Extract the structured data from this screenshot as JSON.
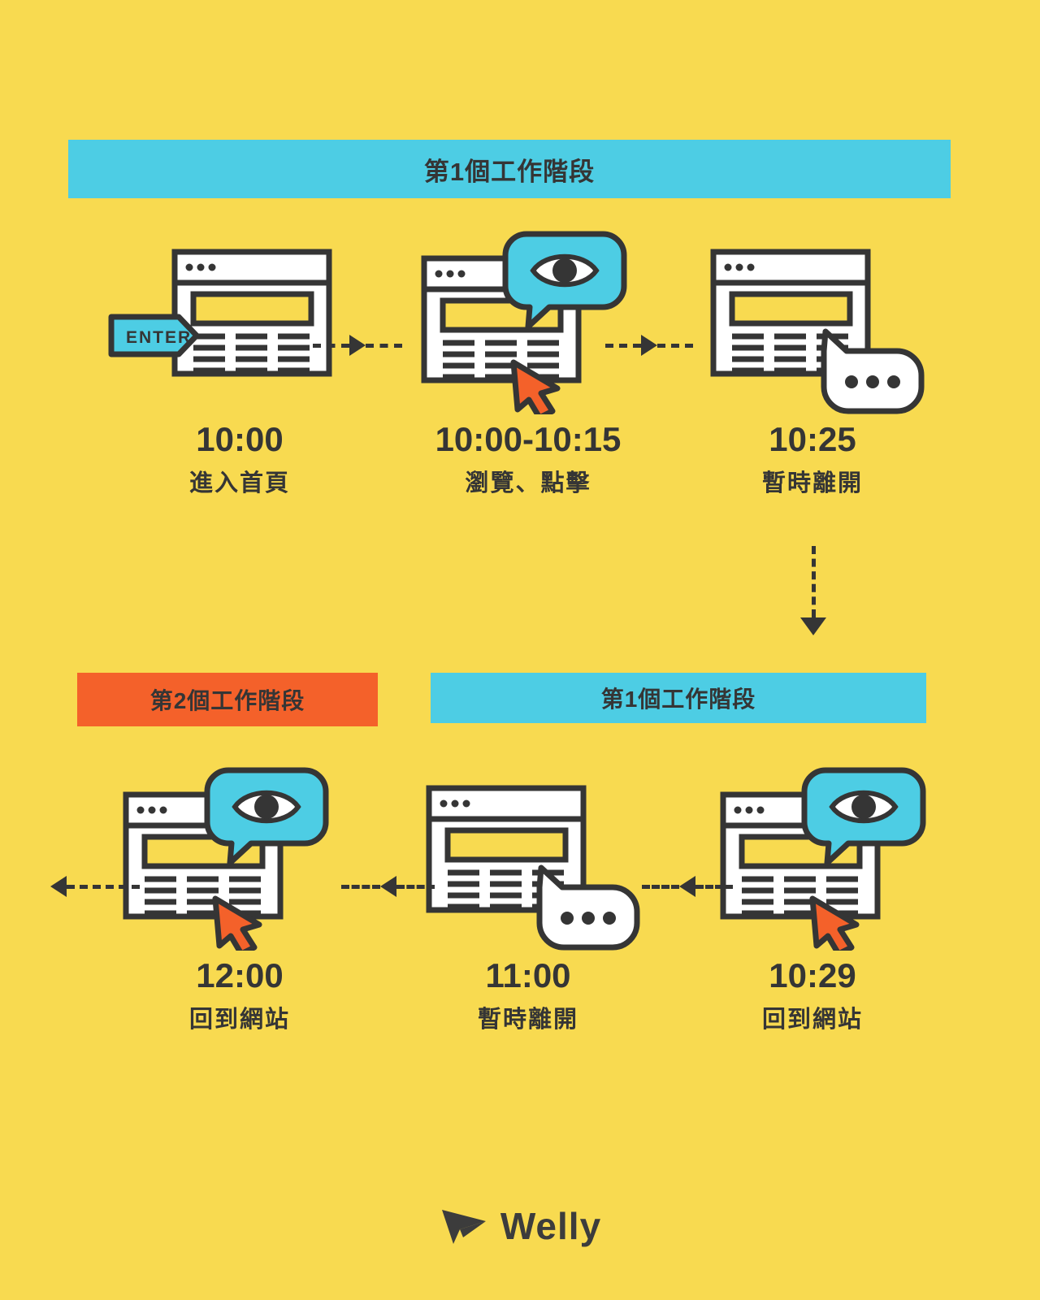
{
  "page": {
    "background_color": "#f8da50",
    "ink_color": "#353535",
    "cyan": "#4dcde4",
    "orange": "#f4612a"
  },
  "banners": {
    "top": {
      "label": "第1個工作階段",
      "color": "#4dcde4"
    },
    "row2_left": {
      "label": "第2個工作階段",
      "color": "#f4612a"
    },
    "row2_right": {
      "label": "第1個工作階段",
      "color": "#4dcde4"
    }
  },
  "row1": {
    "steps": [
      {
        "time": "10:00",
        "label": "進入首頁",
        "icon": "browser-window-enter",
        "badge": "ENTER"
      },
      {
        "time": "10:00-10:15",
        "label": "瀏覽、點擊",
        "icon": "browser-window-eye-cursor"
      },
      {
        "time": "10:25",
        "label": "暫時離開",
        "icon": "browser-window-idle-bubble"
      }
    ]
  },
  "row2": {
    "steps": [
      {
        "time": "12:00",
        "label": "回到網站",
        "icon": "browser-window-eye-cursor"
      },
      {
        "time": "11:00",
        "label": "暫時離開",
        "icon": "browser-window-idle-bubble"
      },
      {
        "time": "10:29",
        "label": "回到網站",
        "icon": "browser-window-eye-cursor"
      }
    ]
  },
  "footer": {
    "brand": "Welly"
  }
}
